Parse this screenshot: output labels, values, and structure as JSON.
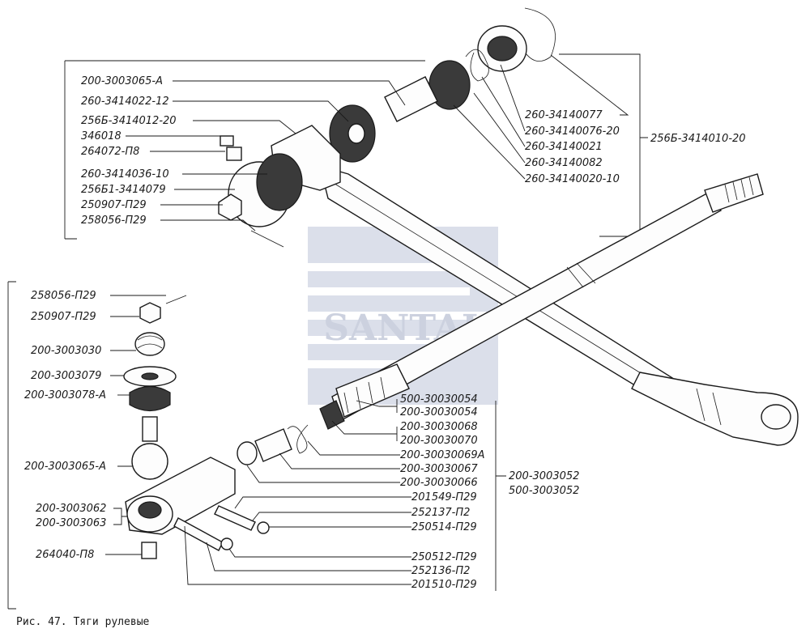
{
  "watermark": "SANTAL",
  "caption": "Рис. 47. Тяги рулевые",
  "top_assembly": {
    "left_labels": [
      "200-3003065-А",
      "260-3414022-12",
      "256Б-3414012-20",
      "346018",
      "264072-П8",
      "260-3414036-10",
      "256Б1-3414079",
      "250907-П29",
      "258056-П29"
    ],
    "right_labels": [
      "260-34140077",
      "260-34140076-20",
      "260-34140021",
      "260-34140082",
      "260-34140020-10"
    ],
    "assembly_label": "256Б-3414010-20"
  },
  "bottom_assembly": {
    "left_labels": [
      "258056-П29",
      "250907-П29",
      "200-3003030",
      "200-3003079",
      "200-3003078-А",
      "200-3003065-А",
      "200-3003062",
      "200-3003063",
      "264040-П8"
    ],
    "right_labels": [
      "500-30030054",
      "200-30030054",
      "200-30030068",
      "200-30030070",
      "200-30030069А",
      "200-30030067",
      "200-30030066",
      "201549-П29",
      "252137-П2",
      "250514-П29",
      "250512-П29",
      "252136-П2",
      "201510-П29"
    ],
    "assembly_labels": [
      "200-3003052",
      "500-3003052"
    ]
  }
}
